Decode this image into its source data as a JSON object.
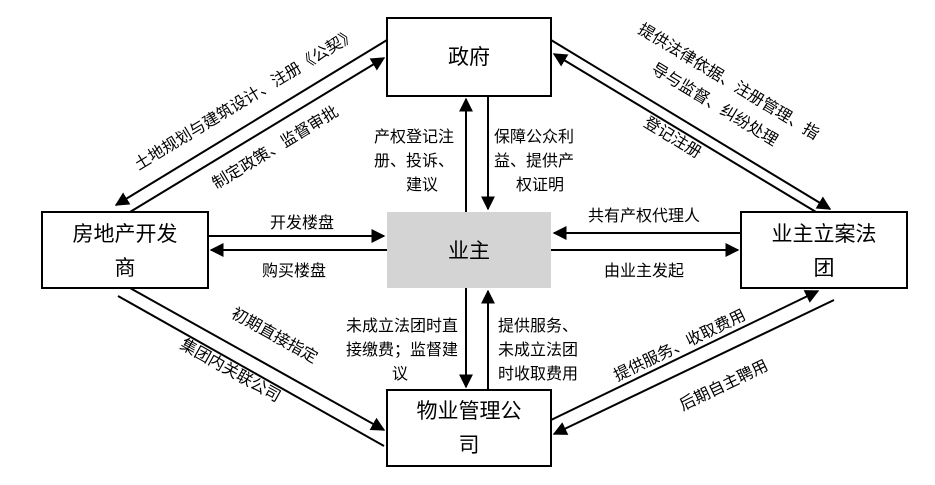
{
  "nodes": {
    "government": {
      "lines": [
        "政府"
      ]
    },
    "developer": {
      "lines": [
        "房地产开发",
        "商"
      ]
    },
    "owner": {
      "lines": [
        "业主"
      ]
    },
    "committee": {
      "lines": [
        "业主立案法",
        "团"
      ]
    },
    "property_mgmt": {
      "lines": [
        "物业管理公",
        "司"
      ]
    }
  },
  "edges": {
    "gov_to_dev": {
      "text": "土地规划与建筑设计、注册《公契》"
    },
    "dev_to_gov": {
      "text": "制定政策、监督审批"
    },
    "gov_to_committee": {
      "lines": [
        "提供法律依据、注册管理、指",
        "导与监督、纠纷处理"
      ]
    },
    "committee_to_gov": {
      "text": "登记注册"
    },
    "owner_to_gov": {
      "lines": [
        "产权登记注",
        "册、投诉、",
        "建议"
      ]
    },
    "gov_to_owner": {
      "lines": [
        "保障公众利",
        "益、提供产",
        "权证明"
      ]
    },
    "dev_to_owner": {
      "text": "开发楼盘"
    },
    "owner_to_dev": {
      "text": "购买楼盘"
    },
    "committee_to_owner": {
      "text": "共有产权代理人"
    },
    "owner_to_committee": {
      "text": "由业主发起"
    },
    "owner_to_pm": {
      "lines": [
        "未成立法团时直",
        "接缴费；监督建",
        "议"
      ]
    },
    "pm_to_owner": {
      "lines": [
        "提供服务、",
        "未成立法团",
        "时收取费用"
      ]
    },
    "dev_to_pm_1": {
      "text": "初期直接指定"
    },
    "dev_to_pm_2": {
      "text": "集团内关联公司"
    },
    "pm_to_committee": {
      "text": "提供服务、收取费用"
    },
    "committee_to_pm": {
      "text": "后期自主聘用"
    }
  },
  "colors": {
    "owner_fill": "#d4d4d4",
    "stroke": "#000000"
  }
}
